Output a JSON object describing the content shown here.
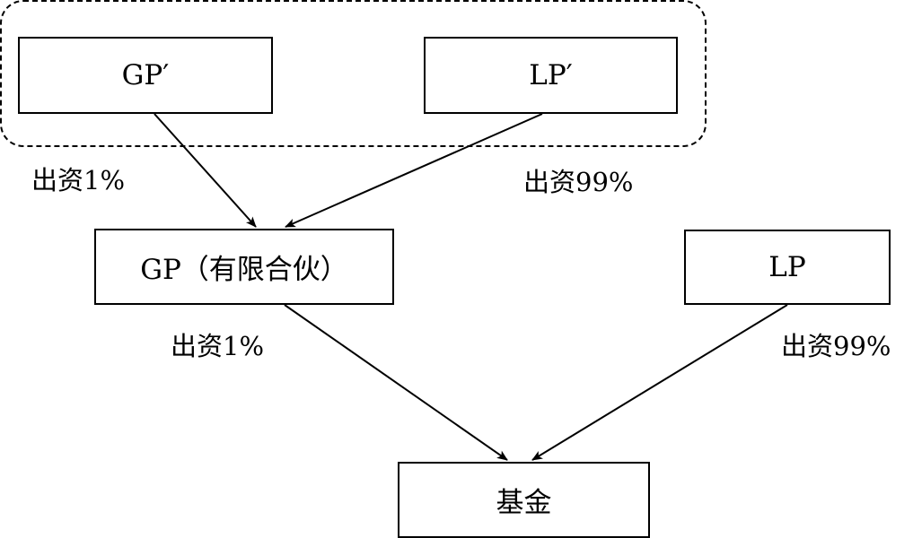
{
  "nodes": {
    "gp_prime": "GP′",
    "lp_prime": "LP′",
    "gp_partnership": "GP（有限合伙）",
    "lp": "LP",
    "fund": "基金"
  },
  "edge_labels": {
    "gp_prime_to_gp": "出资1%",
    "lp_prime_to_gp": "出资99%",
    "gp_to_fund": "出资1%",
    "lp_to_fund": "出资99%"
  },
  "colors": {
    "stroke": "#000000",
    "background": "#ffffff"
  }
}
